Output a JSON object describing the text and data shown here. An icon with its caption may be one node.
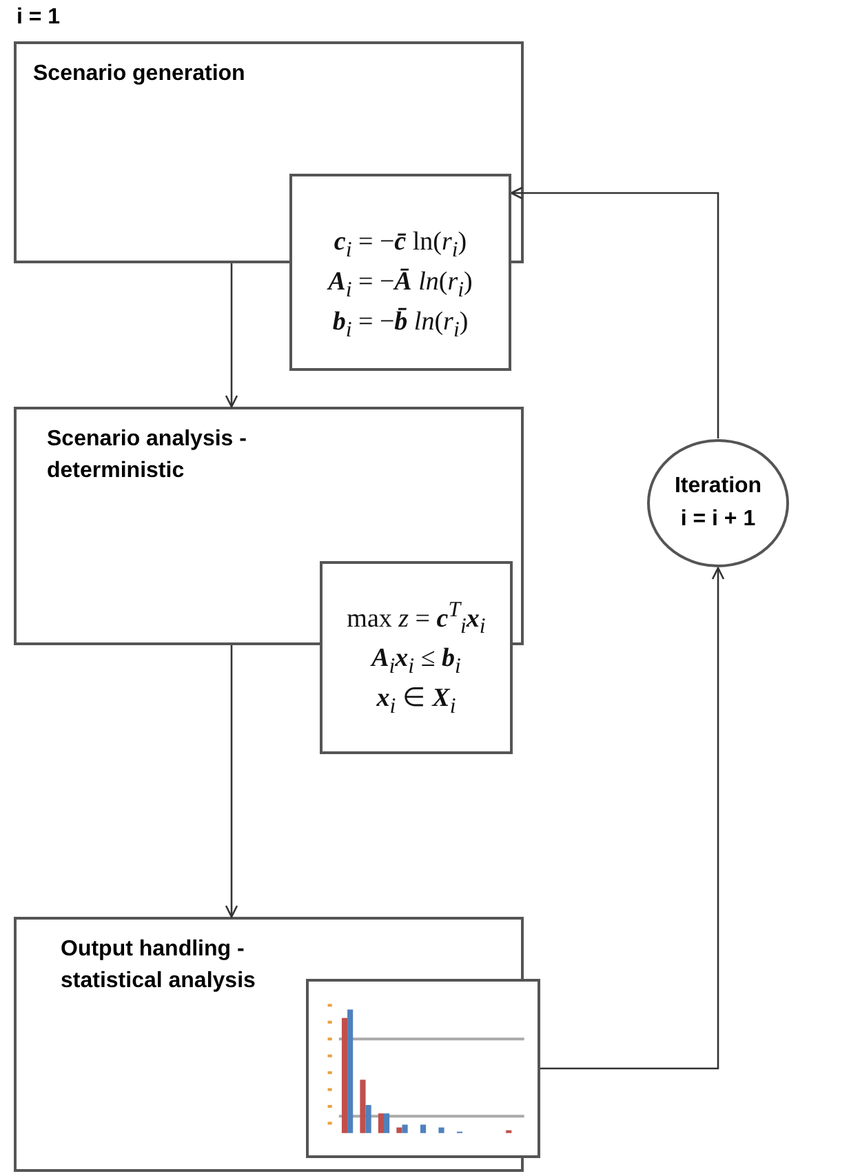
{
  "diagram": {
    "nodes": [
      {
        "text": [
          "Scenario generation"
        ]
      },
      {
        "text": [
          "**c**$_{i}$ = −**c̄** ln(*r*$_{i}$)",
          "**A**$_{i}$ = −**Ā** *ln*(*r*$_{i}$)",
          "**b**$_{i}$ = −**b̄** *ln*(*r*$_{i}$)"
        ]
      },
      {
        "text": [
          "Scenario analysis - deterministic"
        ]
      },
      {
        "text": [
          "max *z* = **c**$^{T}$$_{i}$**x**$_{i}$",
          "**A**$_{i}$**x**$_{i}$ ≤ **b**$_{i}$",
          "**x**$_{i}$ ∈ **X**$_{i}$"
        ]
      },
      {
        "text": [
          "Output handling - statistical analysis"
        ]
      },
      {
        "text": [],
        "shape": "picture"
      },
      {
        "text": [
          "Iteration",
          "i = i + 1"
        ]
      }
    ],
    "edges": [
      {
        "from": 0,
        "to": 2,
        "arrow": "to"
      },
      {
        "from": 2,
        "to": 4,
        "arrow": "to"
      },
      {
        "from": 5,
        "to": 6,
        "arrow": "to"
      },
      {
        "from": 6,
        "to": 1,
        "arrow": "to"
      }
    ],
    "labels": [
      "i = 1"
    ]
  }
}
